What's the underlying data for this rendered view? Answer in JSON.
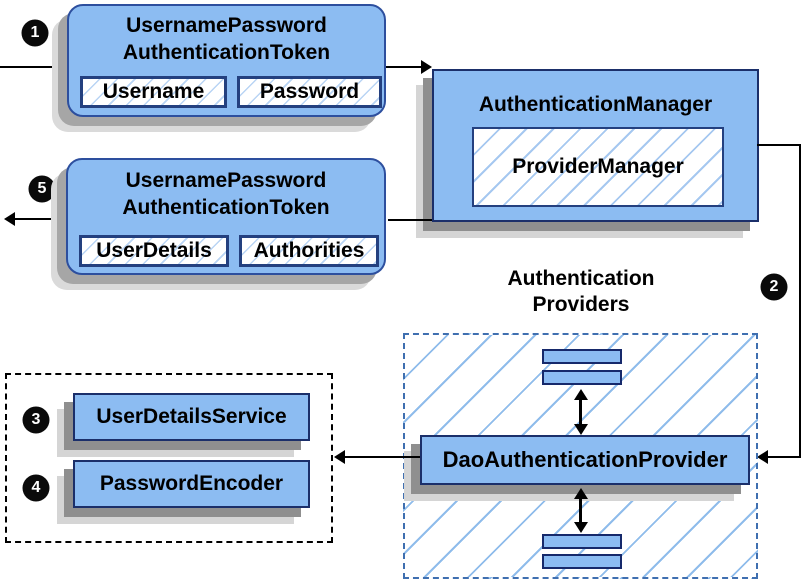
{
  "palette": {
    "box_fill": "#8cbcf2",
    "rounded_border": "#2d4f9e",
    "rect_border": "#1b2f6a",
    "hatch_line": "#a6c8f0",
    "providers_dashed_border": "#3f6fb0",
    "services_dotted_border": "#000000",
    "shadow_dark": "#8f8f8f",
    "shadow_light": "#d5d5d5",
    "line_color": "#000000"
  },
  "steps": {
    "one": "1",
    "two": "2",
    "three": "3",
    "four": "4",
    "five": "5"
  },
  "token_request": {
    "title_line1": "UsernamePassword",
    "title_line2": "AuthenticationToken",
    "field_username": "Username",
    "field_password": "Password"
  },
  "authentication_manager": {
    "title": "AuthenticationManager",
    "inner_box": "ProviderManager"
  },
  "token_result": {
    "title_line1": "UsernamePassword",
    "title_line2": "AuthenticationToken",
    "field_userdetails": "UserDetails",
    "field_authorities": "Authorities"
  },
  "authentication_providers": {
    "heading_line1": "Authentication",
    "heading_line2": "Providers",
    "dao_provider": "DaoAuthenticationProvider"
  },
  "services": {
    "user_details_service": "UserDetailsService",
    "password_encoder": "PasswordEncoder"
  }
}
